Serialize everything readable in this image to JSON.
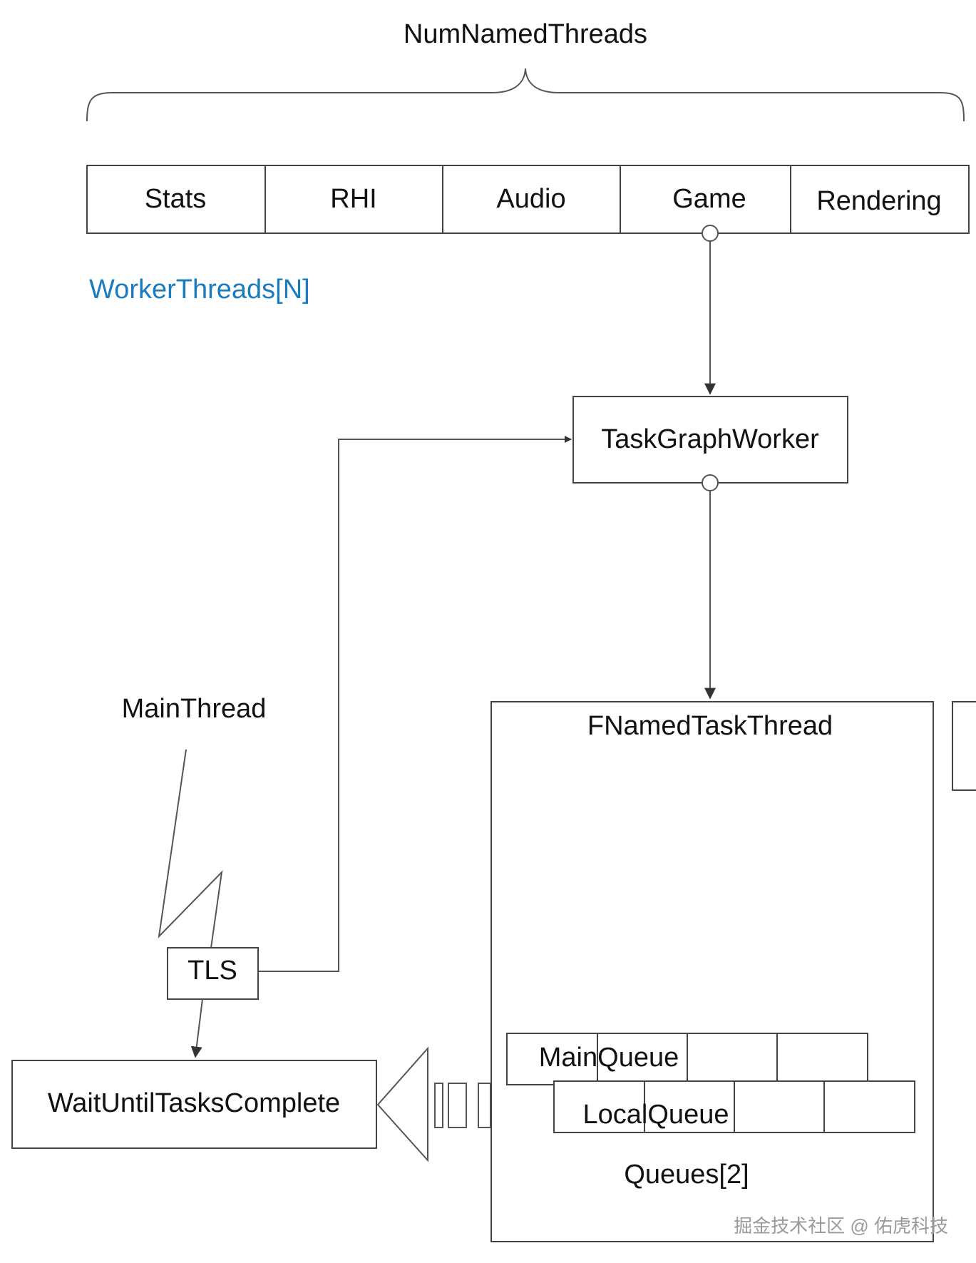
{
  "title": "NumNamedThreads",
  "named_threads": [
    "Stats",
    "RHI",
    "Audio",
    "Game",
    "Rendering"
  ],
  "worker_threads_label": "WorkerThreads[N]",
  "task_graph_worker": "TaskGraphWorker",
  "main_thread": "MainThread",
  "tls": "TLS",
  "wait_until_tasks_complete": "WaitUntilTasksComplete",
  "named_task_thread": {
    "title": "FNamedTaskThread",
    "main_queue": "MainQueue",
    "local_queue": "LocalQueue",
    "queues_label": "Queues[2]"
  },
  "watermark": "掘金技术社区 @ 佑虎科技",
  "colors": {
    "worker_threads_label": "#1a7bbf",
    "line": "#555555",
    "text": "#111111"
  }
}
